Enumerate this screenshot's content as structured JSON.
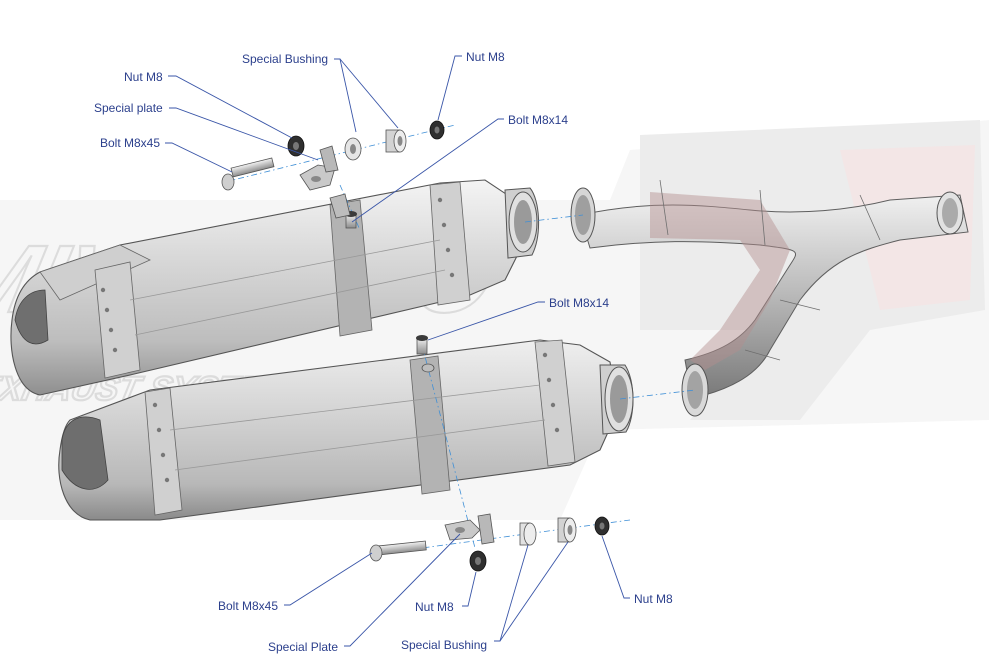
{
  "watermark": {
    "brand_text": "MIVV-AUTO",
    "sub_text": "EXHAUST SYSTEM",
    "accent_color": "#d8a0a0"
  },
  "colors": {
    "label": "#2b3f8c",
    "leader": "#3a56a8",
    "axis": "#3f8fd6",
    "metal_light": "#d8d8d8",
    "metal_dark": "#8a8a8a"
  },
  "labels": {
    "top": {
      "special_bushing": "Special Bushing",
      "nut_m8_right": "Nut M8",
      "nut_m8_left": "Nut M8",
      "special_plate": "Special plate",
      "bolt_m8x45": "Bolt M8x45",
      "bolt_m8x14": "Bolt M8x14"
    },
    "middle": {
      "bolt_m8x14": "Bolt M8x14"
    },
    "bottom": {
      "bolt_m8x45": "Bolt M8x45",
      "nut_m8_left": "Nut M8",
      "nut_m8_right": "Nut M8",
      "special_plate": "Special Plate",
      "special_bushing": "Special Bushing"
    }
  }
}
